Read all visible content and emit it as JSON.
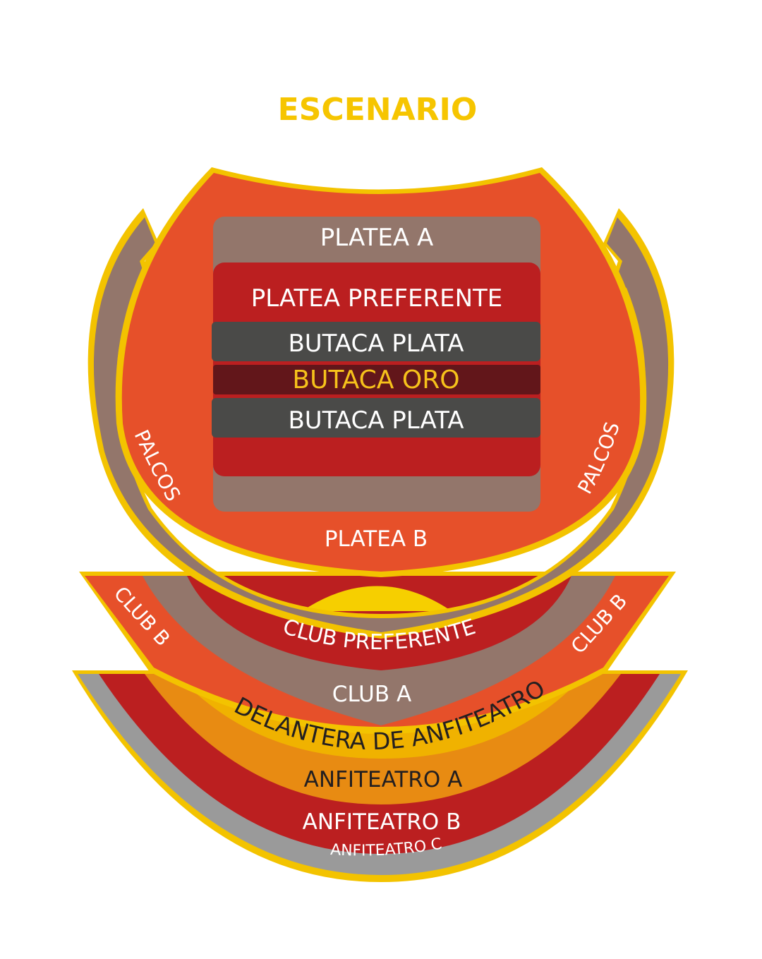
{
  "stage": {
    "label": "ESCENARIO"
  },
  "colors": {
    "gold": "#f6c500",
    "outline": "#f3c300",
    "orange": "#e6502a",
    "taupe": "#93766b",
    "red": "#bb1f20",
    "charcoal": "#4a4a48",
    "maroon": "#62161a",
    "amber": "#f0b200",
    "darkorange": "#e88b12",
    "gray": "#9a9a9a"
  },
  "sections": {
    "platea_a": "PLATEA A",
    "platea_preferente": "PLATEA PREFERENTE",
    "butaca_plata_1": "BUTACA PLATA",
    "butaca_oro": "BUTACA ORO",
    "butaca_plata_2": "BUTACA PLATA",
    "platea_b": "PLATEA B",
    "palcos_left": "PALCOS",
    "palcos_right": "PALCOS",
    "club_b_left": "CLUB B",
    "club_b_right": "CLUB B",
    "club_preferente": "CLUB PREFERENTE",
    "club_a": "CLUB A",
    "delantera_anfiteatro": "DELANTERA DE ANFITEATRO",
    "anfiteatro_a": "ANFITEATRO A",
    "anfiteatro_b": "ANFITEATRO B",
    "anfiteatro_c": "ANFITEATRO C"
  }
}
